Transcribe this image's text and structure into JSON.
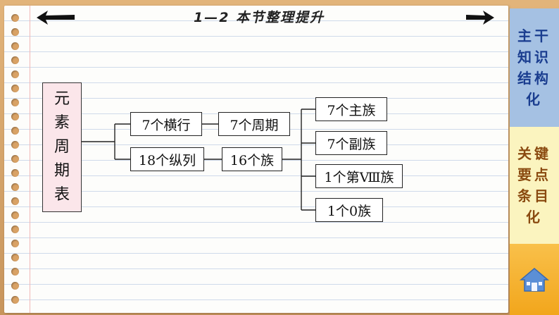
{
  "header": {
    "title": "1—2 本节整理提升"
  },
  "nav": {
    "prev_icon": "arrow-left-icon",
    "next_icon": "arrow-right-icon"
  },
  "mindmap": {
    "root": "元素周期表",
    "level1": [
      "7个横行",
      "18个纵列"
    ],
    "level2": [
      "7个周期",
      "16个族"
    ],
    "level3": [
      "7个主族",
      "7个副族",
      "1个第Ⅷ族",
      "1个0族"
    ]
  },
  "side_nav": {
    "item1": "主干知识结构化",
    "item2": "关键要点条目化",
    "home_icon": "home-icon"
  },
  "colors": {
    "root_fill": "#fbe6ea",
    "panel1": "#a5c1e3",
    "panel2": "#fbf4bf",
    "panel3": "#f2a61c"
  }
}
